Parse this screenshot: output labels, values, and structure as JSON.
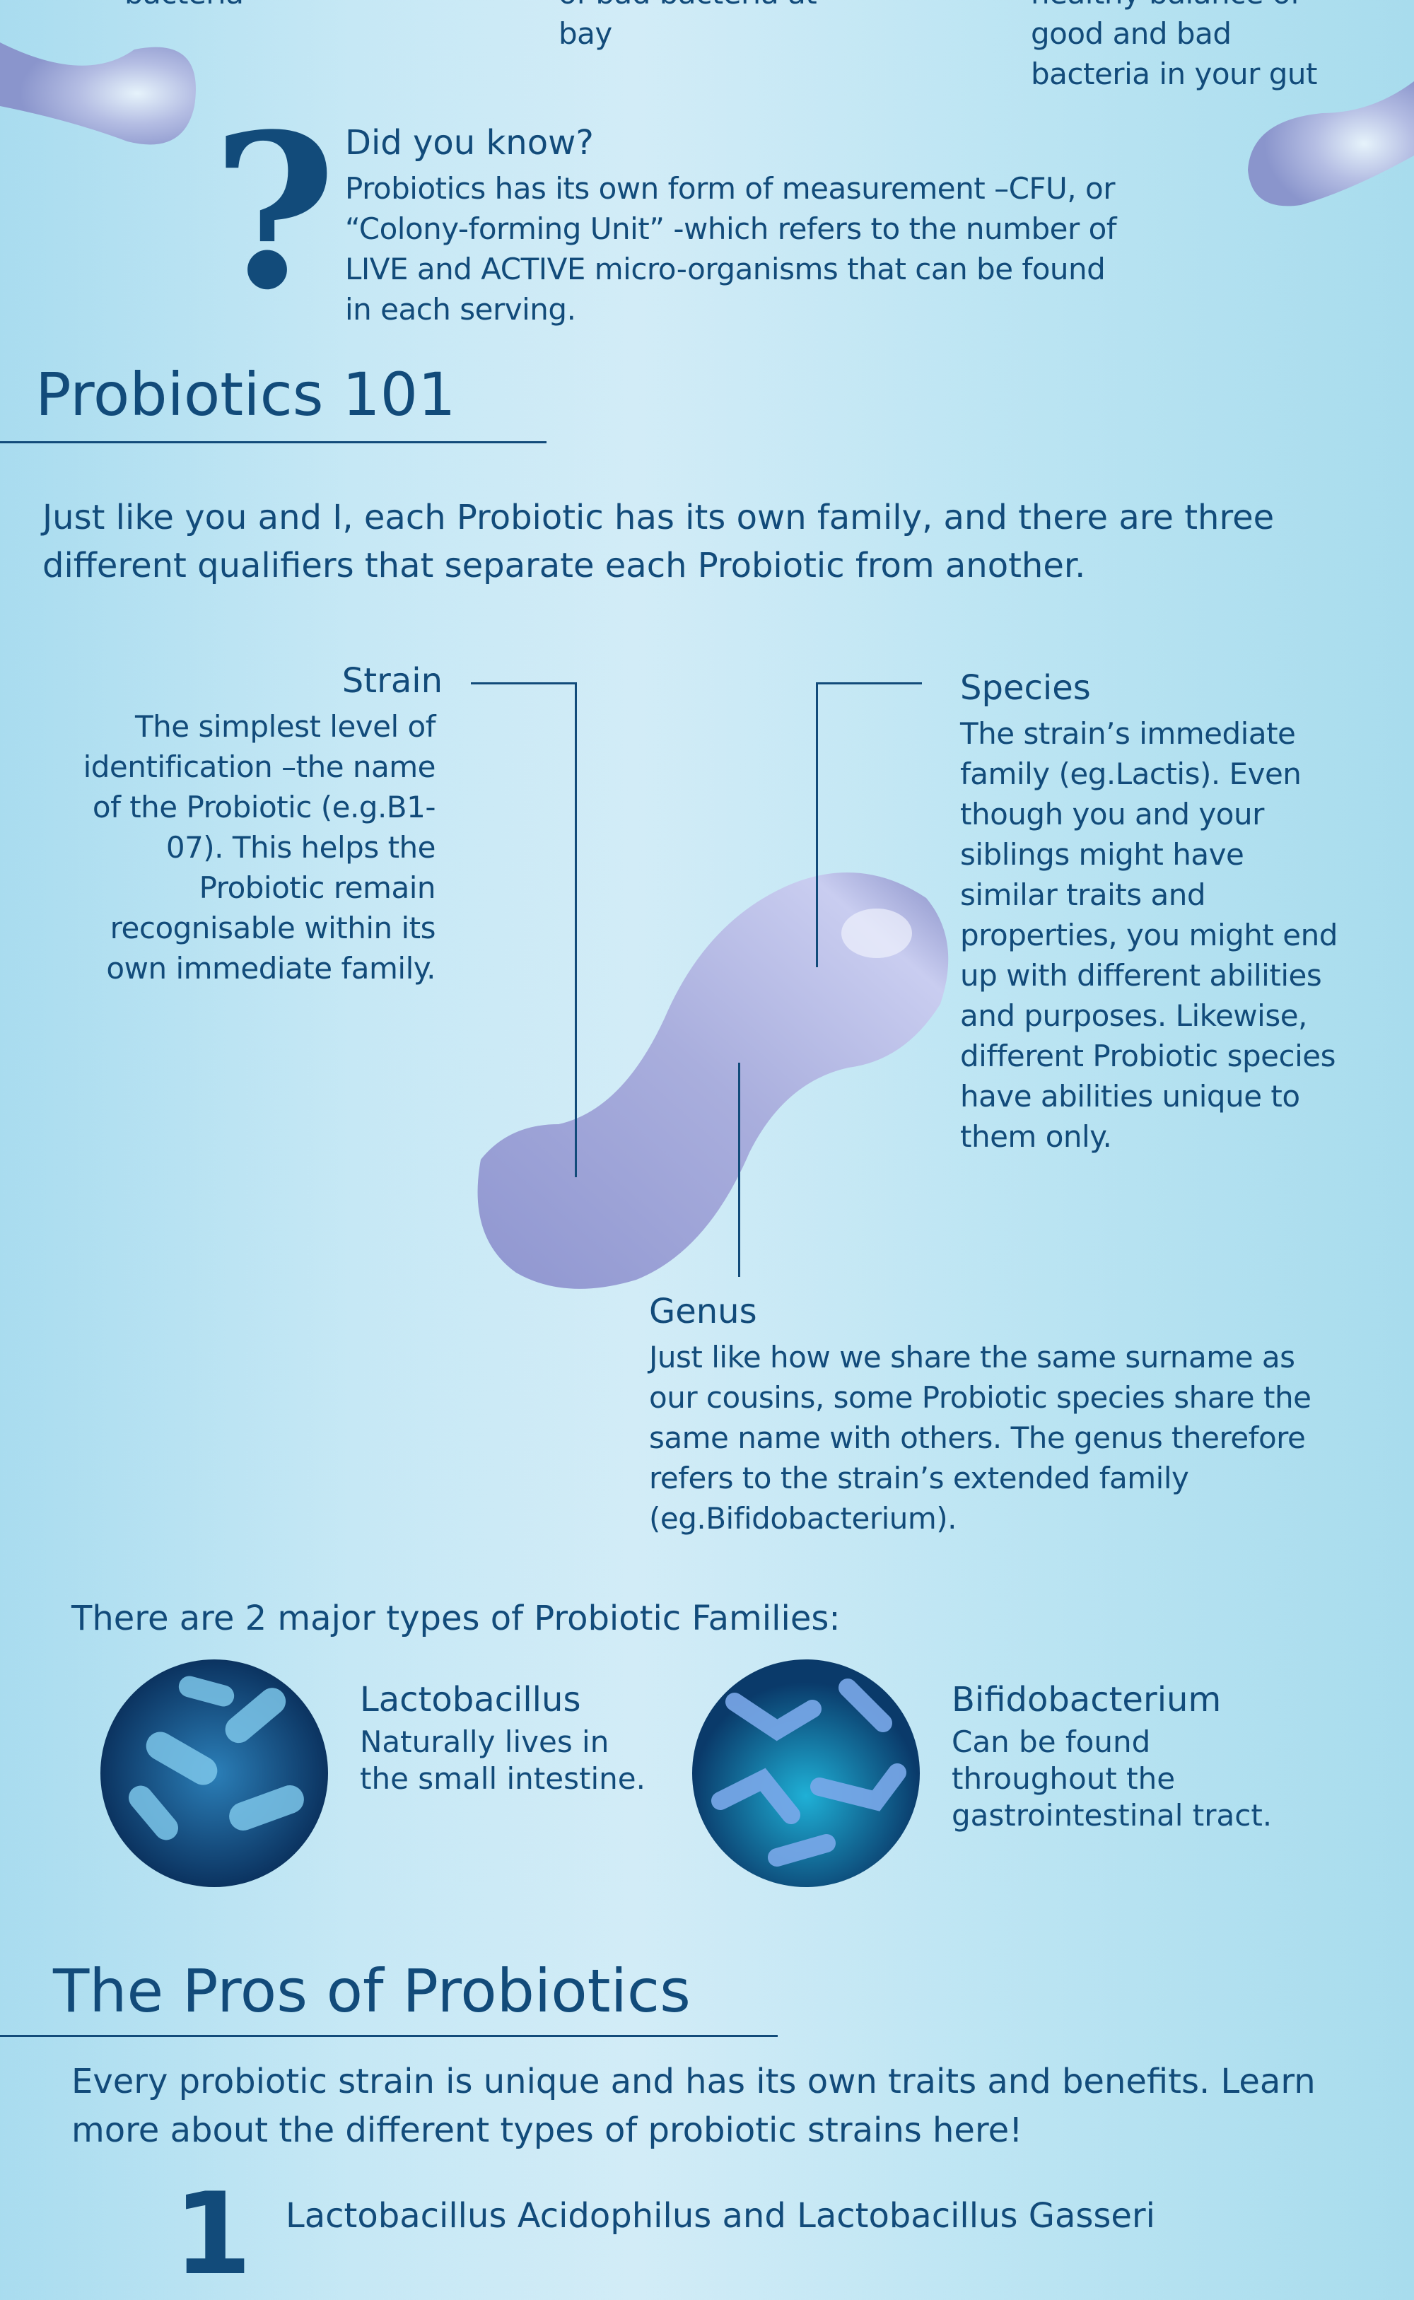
{
  "top_fragments": {
    "col1": [
      "bacteria"
    ],
    "col2": [
      "of bad bacteria at",
      "bay"
    ],
    "col3": [
      "healthy balance of",
      "good and bad",
      "bacteria in your gut"
    ]
  },
  "did_you_know": {
    "icon": "question-mark-icon",
    "title": "Did you know?",
    "lines": [
      "Probiotics has its own form of measurement –CFU, or",
      "“Colony-forming Unit” -which refers to the number of",
      "LIVE and ACTIVE micro-organisms that can be found",
      "in each serving."
    ]
  },
  "probiotics101": {
    "title": "Probiotics 101",
    "intro": [
      "Just like you and I, each Probiotic has its own family, and there are three",
      "different qualifiers that separate each Probiotic from another."
    ],
    "strain": {
      "title": "Strain",
      "lines": [
        "The simplest level of",
        "identification –the name",
        "of the Probiotic (e.g.B1-",
        "07). This helps the",
        "Probiotic remain",
        "recognisable within its",
        "own immediate family."
      ]
    },
    "species": {
      "title": "Species",
      "lines": [
        "The strain’s immediate",
        "family (eg.Lactis). Even",
        "though you and your",
        "siblings might have",
        "similar traits and",
        "properties, you might end",
        "up with different abilities",
        "and purposes. Likewise,",
        "different Probiotic species",
        "have abilities unique to",
        "them only."
      ]
    },
    "genus": {
      "title": "Genus",
      "lines": [
        "Just like how we share the same surname as",
        "our cousins, some Probiotic species share the",
        "same name with others. The genus therefore",
        "refers to the strain’s extended family",
        "(eg.Bifidobacterium)."
      ]
    }
  },
  "families": {
    "heading": "There are 2 major types of Probiotic Families:",
    "items": [
      {
        "title": "Lactobacillus",
        "lines": [
          "Naturally lives in",
          "the small intestine."
        ]
      },
      {
        "title": "Bifidobacterium",
        "lines": [
          "Can be found",
          "throughout the",
          "gastrointestinal tract."
        ]
      }
    ]
  },
  "pros": {
    "title": "The Pros of Probiotics",
    "intro": [
      "Every probiotic strain is unique and has its own traits and benefits. Learn",
      "more about the different types of probiotic strains here!"
    ],
    "items": [
      {
        "number": "1",
        "title": "Lactobacillus Acidophilus and Lactobacillus Gasseri"
      }
    ]
  },
  "colors": {
    "text": "#124b7a",
    "blob": "#9aa6d6"
  }
}
